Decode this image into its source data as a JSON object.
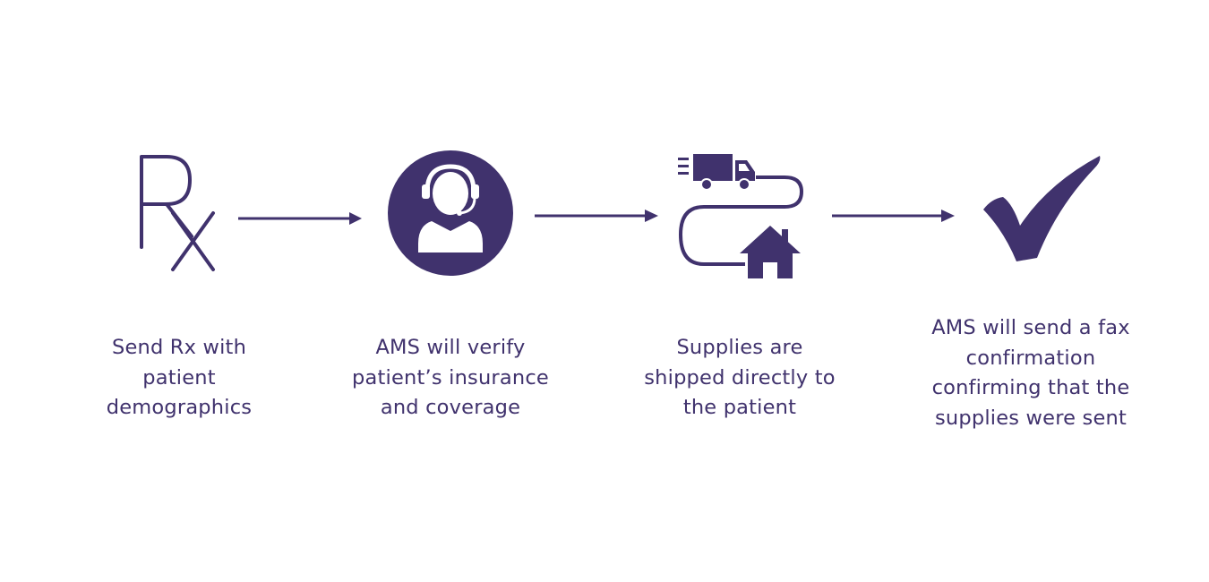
{
  "theme": {
    "color": "#40326d"
  },
  "steps": [
    {
      "icon": "rx-icon",
      "caption_lines": [
        "Send Rx with",
        "patient",
        "demographics"
      ]
    },
    {
      "icon": "customer-support-agent-icon",
      "caption_lines": [
        "AMS will verify",
        "patient’s insurance",
        "and coverage"
      ]
    },
    {
      "icon": "delivery-truck-to-home-icon",
      "caption_lines": [
        "Supplies are",
        "shipped directly to",
        "the patient"
      ]
    },
    {
      "icon": "checkmark-icon",
      "caption_lines": [
        "AMS will send a fax",
        "confirmation",
        "confirming that the",
        "supplies were sent"
      ]
    }
  ]
}
